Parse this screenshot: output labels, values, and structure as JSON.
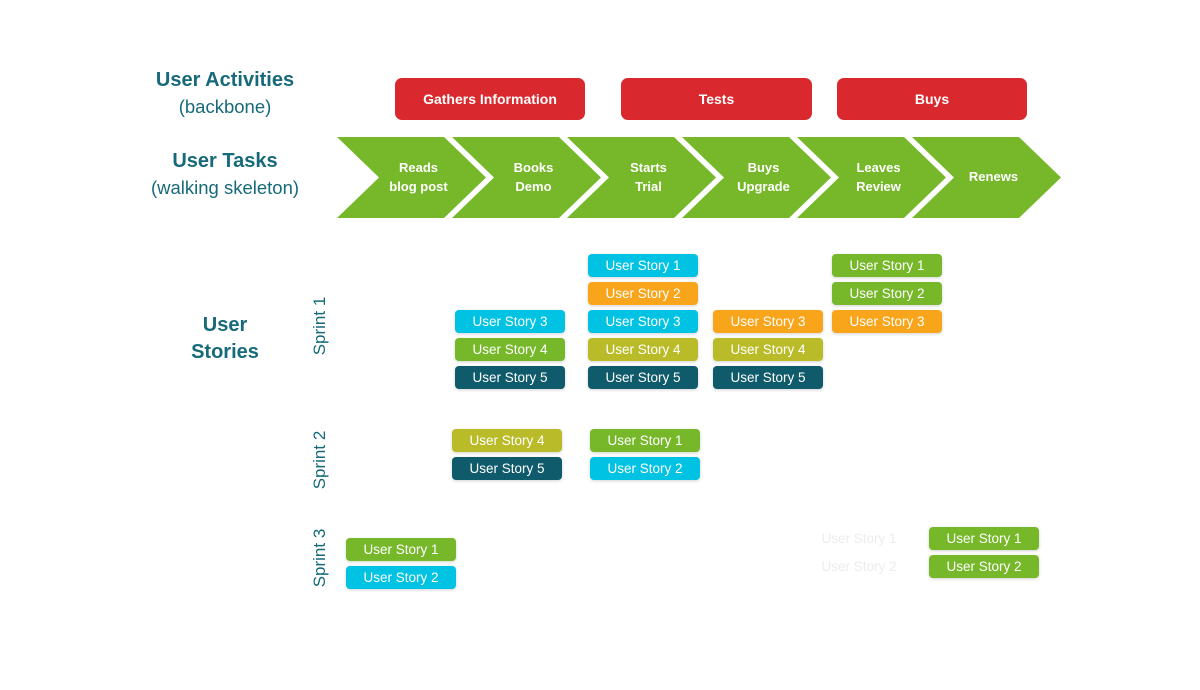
{
  "labels": {
    "activities_title": "User Activities",
    "activities_sub": "(backbone)",
    "tasks_title": "User Tasks",
    "tasks_sub": "(walking skeleton)",
    "stories_title_line1": "User",
    "stories_title_line2": "Stories"
  },
  "colors": {
    "activity_red": "#d9282e",
    "task_green": "#76b82a",
    "card_cyan": "#00c2e2",
    "card_orange": "#f9a51b",
    "card_green": "#76b82a",
    "card_olive": "#b9bc28",
    "card_dark_teal": "#0f5b6b",
    "label_teal": "#166a7a",
    "faded_card_text": "#ececec"
  },
  "activities": [
    "Gathers Information",
    "Tests",
    "Buys"
  ],
  "tasks": [
    "Reads\nblog post",
    "Books\nDemo",
    "Starts\nTrial",
    "Buys\nUpgrade",
    "Leaves\nReview",
    "Renews"
  ],
  "sprints": [
    "Sprint 1",
    "Sprint 2",
    "Sprint 3"
  ],
  "cards": [
    {
      "label": "User Story 3",
      "color": "cyan",
      "sprint": "Sprint 1",
      "task": "Books Demo"
    },
    {
      "label": "User Story 4",
      "color": "green",
      "sprint": "Sprint 1",
      "task": "Books Demo"
    },
    {
      "label": "User Story 5",
      "color": "dark_teal",
      "sprint": "Sprint 1",
      "task": "Books Demo"
    },
    {
      "label": "User Story 1",
      "color": "cyan",
      "sprint": "Sprint 1",
      "task": "Starts Trial"
    },
    {
      "label": "User Story 2",
      "color": "orange",
      "sprint": "Sprint 1",
      "task": "Starts Trial"
    },
    {
      "label": "User Story 3",
      "color": "cyan",
      "sprint": "Sprint 1",
      "task": "Starts Trial"
    },
    {
      "label": "User Story 4",
      "color": "olive",
      "sprint": "Sprint 1",
      "task": "Starts Trial"
    },
    {
      "label": "User Story 5",
      "color": "dark_teal",
      "sprint": "Sprint 1",
      "task": "Starts Trial"
    },
    {
      "label": "User Story 3",
      "color": "orange",
      "sprint": "Sprint 1",
      "task": "Buys Upgrade"
    },
    {
      "label": "User Story 4",
      "color": "olive",
      "sprint": "Sprint 1",
      "task": "Buys Upgrade"
    },
    {
      "label": "User Story 5",
      "color": "dark_teal",
      "sprint": "Sprint 1",
      "task": "Buys Upgrade"
    },
    {
      "label": "User Story 1",
      "color": "green",
      "sprint": "Sprint 1",
      "task": "Leaves Review"
    },
    {
      "label": "User Story 2",
      "color": "green",
      "sprint": "Sprint 1",
      "task": "Leaves Review"
    },
    {
      "label": "User Story 3",
      "color": "orange",
      "sprint": "Sprint 1",
      "task": "Leaves Review"
    },
    {
      "label": "User Story 4",
      "color": "olive",
      "sprint": "Sprint 2",
      "task": "Books Demo"
    },
    {
      "label": "User Story 5",
      "color": "dark_teal",
      "sprint": "Sprint 2",
      "task": "Books Demo"
    },
    {
      "label": "User Story 1",
      "color": "green",
      "sprint": "Sprint 2",
      "task": "Starts Trial"
    },
    {
      "label": "User Story 2",
      "color": "cyan",
      "sprint": "Sprint 2",
      "task": "Starts Trial"
    },
    {
      "label": "User Story 1",
      "color": "green",
      "sprint": "Sprint 3",
      "task": "Reads blog post"
    },
    {
      "label": "User Story 2",
      "color": "cyan",
      "sprint": "Sprint 3",
      "task": "Reads blog post"
    },
    {
      "label": "User Story 1",
      "color": "faded",
      "sprint": "Sprint 3",
      "task": "Leaves Review"
    },
    {
      "label": "User Story 2",
      "color": "faded",
      "sprint": "Sprint 3",
      "task": "Leaves Review"
    },
    {
      "label": "User Story 1",
      "color": "green",
      "sprint": "Sprint 3",
      "task": "Renews"
    },
    {
      "label": "User Story 2",
      "color": "green",
      "sprint": "Sprint 3",
      "task": "Renews"
    }
  ]
}
